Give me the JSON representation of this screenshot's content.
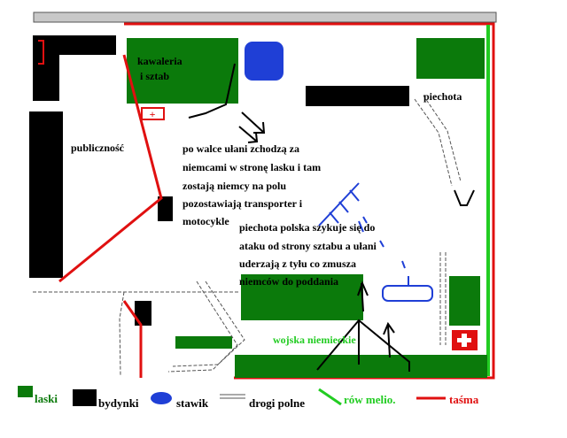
{
  "map": {
    "labels": {
      "kawaleria_line1": "kawaleria",
      "kawaleria_line2": "i sztab",
      "piechota": "piechota",
      "publicznosc": "publiczność",
      "wojska": "wojska niemieckie"
    },
    "notes": {
      "note1": [
        "po walce ułani zchodzą za",
        "niemcami w stronę lasku i tam",
        "zostają niemcy na polu",
        "pozostawiają transporter i",
        "motocykle"
      ],
      "note2": [
        "piechota polska szykuje się do",
        "ataku od strony sztabu a ułani",
        "uderzają z tyłu co zmusza",
        "niemców do poddania"
      ]
    }
  },
  "legend": {
    "items": [
      {
        "key": "laski",
        "label": "laski",
        "color": "#0b7a0b",
        "label_color": "#0b7a0b"
      },
      {
        "key": "budynki",
        "label": "bydynki",
        "color": "#000000",
        "label_color": "#000000"
      },
      {
        "key": "stawik",
        "label": "stawik",
        "color": "#1f3fd6",
        "label_color": "#000000"
      },
      {
        "key": "drogi",
        "label": "drogi polne",
        "color": "#000000",
        "label_color": "#000000"
      },
      {
        "key": "row",
        "label": "rów melio.",
        "color": "#22cc22",
        "label_color": "#22cc22"
      },
      {
        "key": "tasma",
        "label": "taśma",
        "color": "#e01010",
        "label_color": "#e01010"
      }
    ]
  },
  "colors": {
    "forest": "#0b7a0b",
    "building": "#000000",
    "pond": "#1f3fd6",
    "ditch": "#22cc22",
    "tape": "#e01010",
    "border": "#b8b8b8"
  }
}
